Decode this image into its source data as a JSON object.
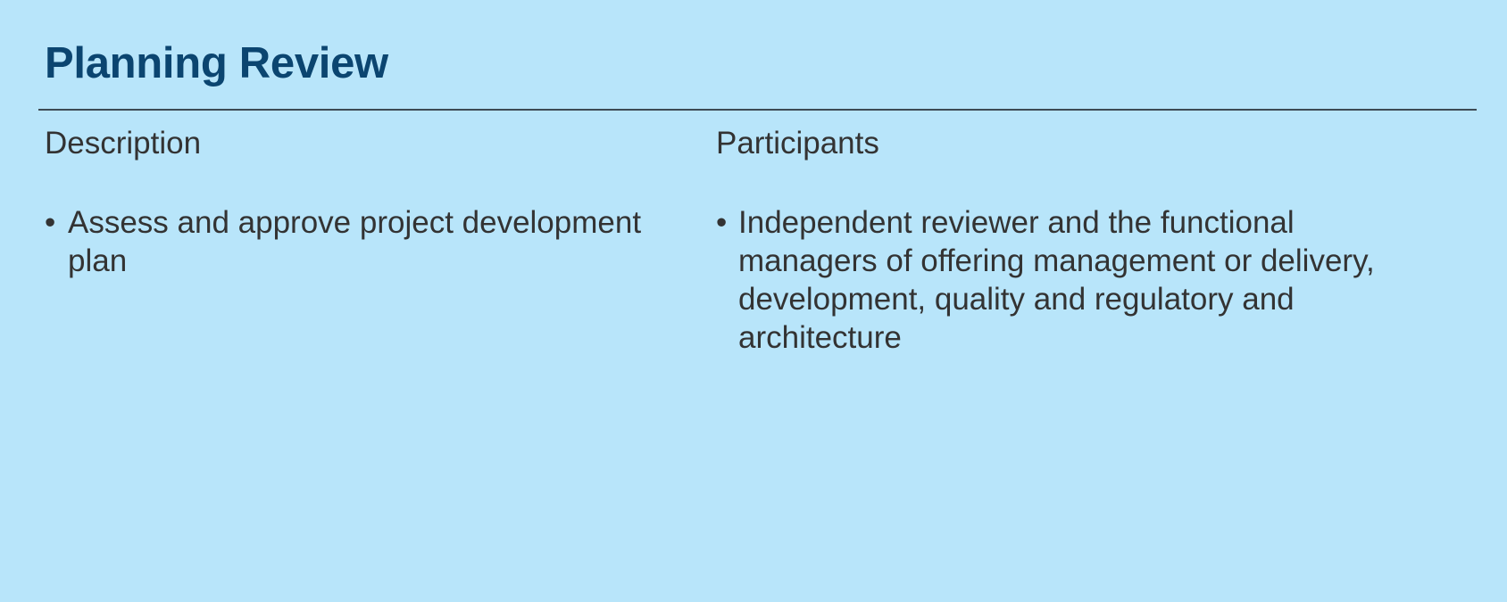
{
  "page": {
    "title": "Planning Review"
  },
  "columns": [
    {
      "heading": "Description",
      "items": [
        "Assess and approve project development plan"
      ]
    },
    {
      "heading": "Participants",
      "items": [
        " Independent reviewer and the functional managers of offering management or delivery, development, quality and regulatory and architecture"
      ]
    }
  ],
  "bullet_glyph": "•",
  "colors": {
    "background": "#b8e5fa",
    "title": "#0b4570",
    "text": "#333333",
    "divider": "#3d4a54"
  }
}
